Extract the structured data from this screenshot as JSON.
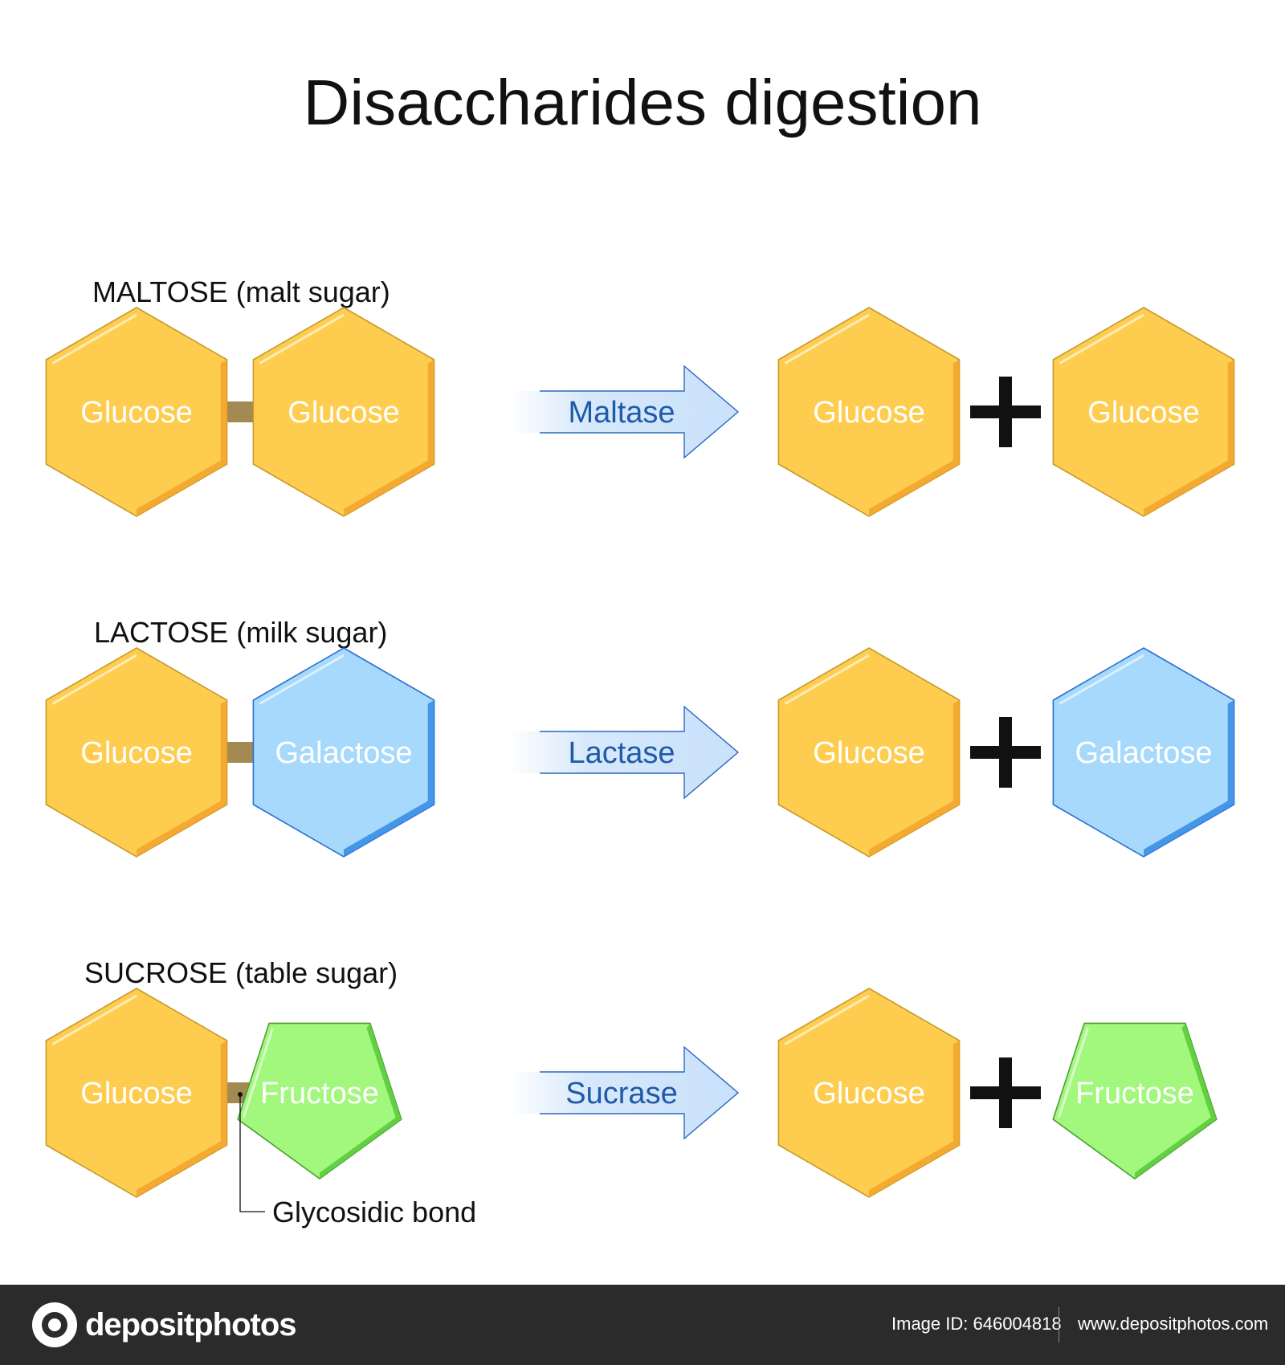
{
  "title": "Disaccharides digestion",
  "colors": {
    "glucose_fill": "#fecd4f",
    "glucose_stroke": "#c89a2a",
    "glucose_shade": "#f3a62c",
    "galactose_fill": "#a6d9fb",
    "galactose_stroke": "#2a6fd0",
    "galactose_shade": "#3c8ee6",
    "fructose_fill": "#a2f77d",
    "fructose_stroke": "#4c9e34",
    "fructose_shade": "#5ccb3c",
    "bond": "#a38a52",
    "arrow_text": "#1f5aa8",
    "arrow_stroke": "#2a68c0"
  },
  "rows": [
    {
      "disaccharide": "MALTOSE (malt sugar)",
      "left": {
        "name": "Glucose",
        "shape": "hexagon",
        "kind": "glucose"
      },
      "right": {
        "name": "Glucose",
        "shape": "hexagon",
        "kind": "glucose"
      },
      "enzyme": "Maltase",
      "product1": {
        "name": "Glucose",
        "shape": "hexagon",
        "kind": "glucose"
      },
      "product2": {
        "name": "Glucose",
        "shape": "hexagon",
        "kind": "glucose"
      }
    },
    {
      "disaccharide": "LACTOSE (milk sugar)",
      "left": {
        "name": "Glucose",
        "shape": "hexagon",
        "kind": "glucose"
      },
      "right": {
        "name": "Galactose",
        "shape": "hexagon",
        "kind": "galactose"
      },
      "enzyme": "Lactase",
      "product1": {
        "name": "Glucose",
        "shape": "hexagon",
        "kind": "glucose"
      },
      "product2": {
        "name": "Galactose",
        "shape": "hexagon",
        "kind": "galactose"
      }
    },
    {
      "disaccharide": "SUCROSE (table sugar)",
      "left": {
        "name": "Glucose",
        "shape": "hexagon",
        "kind": "glucose"
      },
      "right": {
        "name": "Fructose",
        "shape": "pentagon",
        "kind": "fructose"
      },
      "enzyme": "Sucrase",
      "product1": {
        "name": "Glucose",
        "shape": "hexagon",
        "kind": "glucose"
      },
      "product2": {
        "name": "Fructose",
        "shape": "pentagon",
        "kind": "fructose"
      }
    }
  ],
  "bond_label": "Glycosidic bond",
  "footer": {
    "brand": "depositphotos",
    "image_id": "Image ID: 646004818",
    "website": "www.depositphotos.com"
  }
}
